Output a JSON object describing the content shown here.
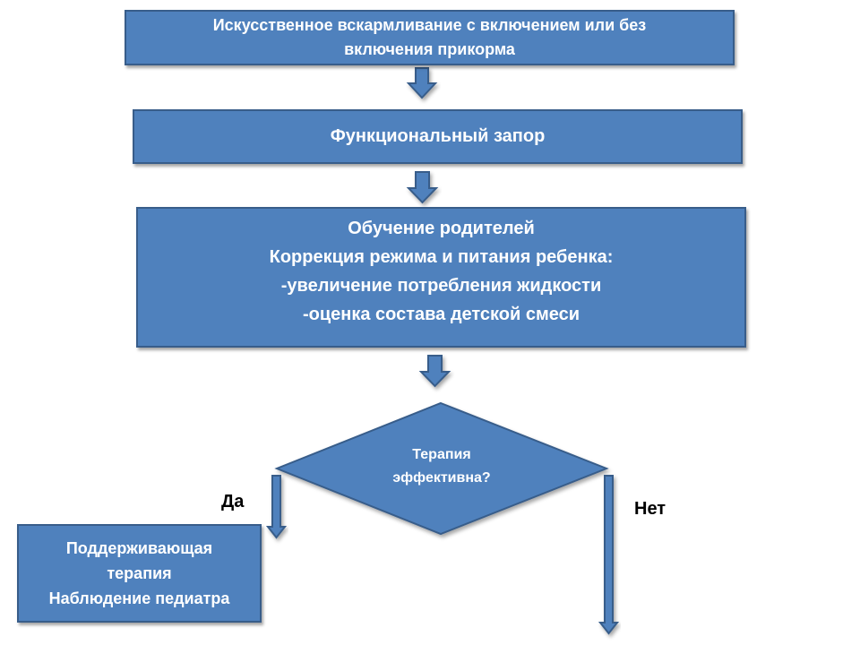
{
  "colors": {
    "box_fill": "#4f81bd",
    "box_border": "#385d8a",
    "text": "#ffffff"
  },
  "steps": {
    "feeding": {
      "line1": "Искусственное вскармливание с включением или без",
      "line2": "включения прикорма"
    },
    "diagnosis": {
      "label": "Функциональный запор"
    },
    "treatment": {
      "lines": [
        "Обучение родителей",
        "Коррекция режима и питания ребенка:",
        "-увеличение потребления жидкости",
        "-оценка состава детской смеси"
      ]
    },
    "decision": {
      "line1": "Терапия",
      "line2": "эффективна?"
    },
    "maintenance": {
      "lines": [
        "Поддерживающая",
        "терапия",
        "Наблюдение педиатра"
      ]
    }
  },
  "branches": {
    "yes": "Да",
    "no": "Нет"
  }
}
